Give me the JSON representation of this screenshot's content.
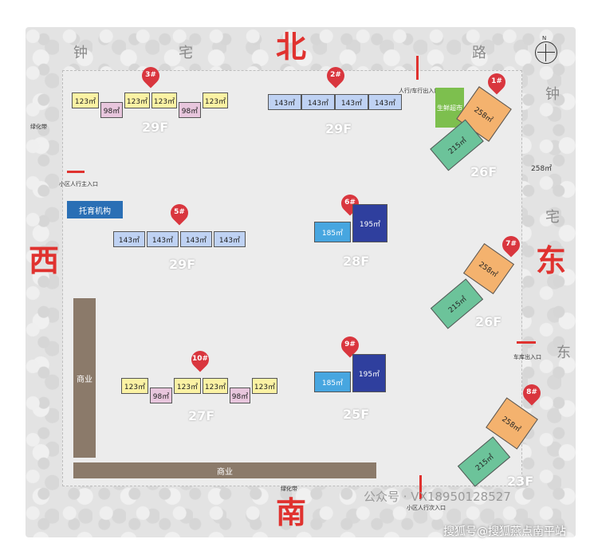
{
  "directions": {
    "north": "北",
    "south": "南",
    "east": "东",
    "west": "西"
  },
  "compass_letter": "N",
  "roads": {
    "top": [
      "钟",
      "宅",
      "路"
    ],
    "right": [
      "钟",
      "宅",
      "东"
    ]
  },
  "labels": {
    "greenbelt_w": "绿化带",
    "greenbelt_s": "绿化带",
    "west_entrance": "小区人行主入口",
    "north_entrance": "人行/车行出入口",
    "east_entrance": "车库出入口",
    "south_entrance": "小区人行次入口",
    "daycare": "托育机构",
    "market": "生鲜超市",
    "commerce_w": "商业",
    "commerce_s": "商业",
    "area_258_side": "258㎡"
  },
  "buildings": [
    {
      "id": "3#",
      "floors": "29F",
      "units": [
        "123㎡",
        "98㎡",
        "123㎡",
        "123㎡",
        "98㎡",
        "123㎡"
      ]
    },
    {
      "id": "2#",
      "floors": "29F",
      "units": [
        "143㎡",
        "143㎡",
        "143㎡",
        "143㎡"
      ]
    },
    {
      "id": "1#",
      "floors": "26F",
      "units": [
        "258㎡",
        "215㎡"
      ]
    },
    {
      "id": "5#",
      "floors": "29F",
      "units": [
        "143㎡",
        "143㎡",
        "143㎡",
        "143㎡"
      ]
    },
    {
      "id": "6#",
      "floors": "28F",
      "units": [
        "185㎡",
        "195㎡"
      ]
    },
    {
      "id": "7#",
      "floors": "26F",
      "units": [
        "258㎡",
        "215㎡"
      ]
    },
    {
      "id": "10#",
      "floors": "27F",
      "units": [
        "123㎡",
        "98㎡",
        "123㎡",
        "123㎡",
        "98㎡",
        "123㎡"
      ]
    },
    {
      "id": "9#",
      "floors": "25F",
      "units": [
        "185㎡",
        "195㎡"
      ]
    },
    {
      "id": "8#",
      "floors": "23F",
      "units": [
        "258㎡",
        "215㎡"
      ]
    }
  ],
  "watermark": {
    "account": "公众号 · VX18950128527",
    "site": "搜狐号@搜狐燕点南平站"
  },
  "colors": {
    "pin": "#d9363e",
    "direction": "#e0322f",
    "unit_123": "#fbf2a4",
    "unit_98": "#e8c6dd",
    "unit_143": "#bfd2f3",
    "unit_185": "#47a6e0",
    "unit_195": "#2f3f9e",
    "unit_258": "#f4b26e",
    "unit_215": "#6cc39a",
    "commerce": "#8b7a6a"
  }
}
